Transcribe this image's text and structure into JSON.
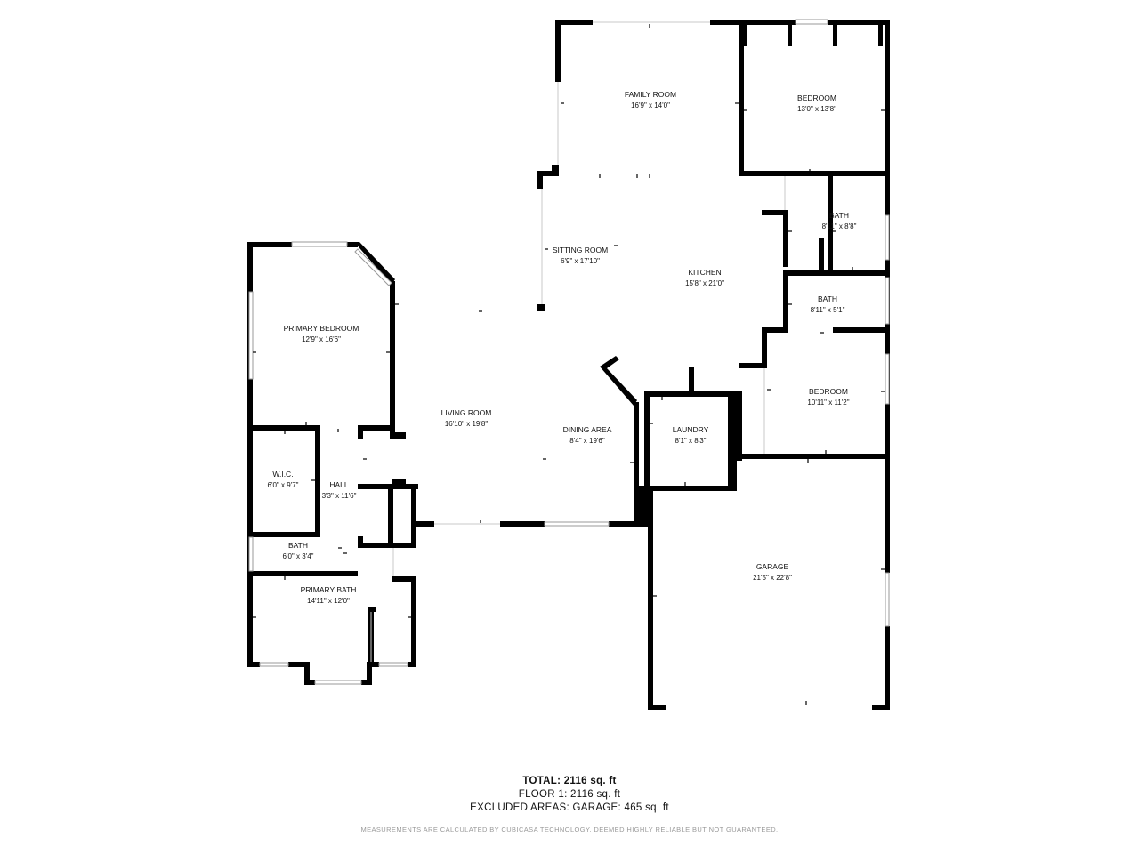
{
  "rooms": {
    "family_room": {
      "name": "FAMILY ROOM",
      "dim": "16'9\" x 14'0\""
    },
    "bedroom_top": {
      "name": "BEDROOM",
      "dim": "13'0\" x 13'8\""
    },
    "bath_top": {
      "name": "BATH",
      "dim": "8'11\" x 8'8\""
    },
    "sitting_room": {
      "name": "SITTING ROOM",
      "dim": "6'9\" x 17'10\""
    },
    "kitchen": {
      "name": "KITCHEN",
      "dim": "15'8\" x 21'0\""
    },
    "bath_mid": {
      "name": "BATH",
      "dim": "8'11\" x 5'1\""
    },
    "bedroom_right": {
      "name": "BEDROOM",
      "dim": "10'11\" x 11'2\""
    },
    "primary_bedroom": {
      "name": "PRIMARY BEDROOM",
      "dim": "12'9\" x 16'6\""
    },
    "living_room": {
      "name": "LIVING ROOM",
      "dim": "16'10\" x 19'8\""
    },
    "dining_area": {
      "name": "DINING AREA",
      "dim": "8'4\" x 19'6\""
    },
    "laundry": {
      "name": "LAUNDRY",
      "dim": "8'1\" x 8'3\""
    },
    "wic": {
      "name": "W.I.C.",
      "dim": "6'0\" x 9'7\""
    },
    "hall": {
      "name": "HALL",
      "dim": "3'3\" x 11'6\""
    },
    "bath_small": {
      "name": "BATH",
      "dim": "6'0\" x 3'4\""
    },
    "primary_bath": {
      "name": "PRIMARY BATH",
      "dim": "14'11\" x 12'0\""
    },
    "garage": {
      "name": "GARAGE",
      "dim": "21'5\" x 22'8\""
    }
  },
  "summary": {
    "total": "TOTAL: 2116 sq. ft",
    "floor1": "FLOOR 1: 2116 sq. ft",
    "excluded": "EXCLUDED AREAS: GARAGE: 465 sq. ft",
    "disclaimer": "MEASUREMENTS ARE CALCULATED BY CUBICASA TECHNOLOGY. DEEMED HIGHLY RELIABLE BUT NOT GUARANTEED."
  }
}
